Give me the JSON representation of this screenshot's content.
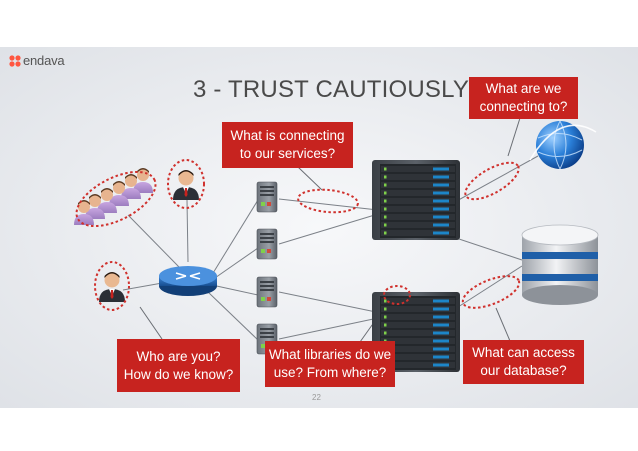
{
  "brand": {
    "name": "endava"
  },
  "title": "3 - TRUST CAUTIOUSLY",
  "callouts": {
    "connecting_to": "What are we\nconnecting to?",
    "what_connecting": "What is connecting\nto our services?",
    "who_are_you": "Who are you?\nHow do we know?",
    "libraries": "What libraries do we\nuse? From where?",
    "db_access": "What can access\nour database?"
  },
  "page_number": "22",
  "colors": {
    "callout_bg": "#c7231f",
    "dashed_ring": "#d0312d",
    "slide_bg": "#eceef1",
    "globe": "#2a7fd8",
    "router": "#1f5fa8"
  },
  "icons": [
    "endava-logo-icon",
    "user-group-icon",
    "user-icon",
    "router-icon",
    "server-icon",
    "server-rack-icon",
    "globe-icon",
    "database-icon"
  ]
}
